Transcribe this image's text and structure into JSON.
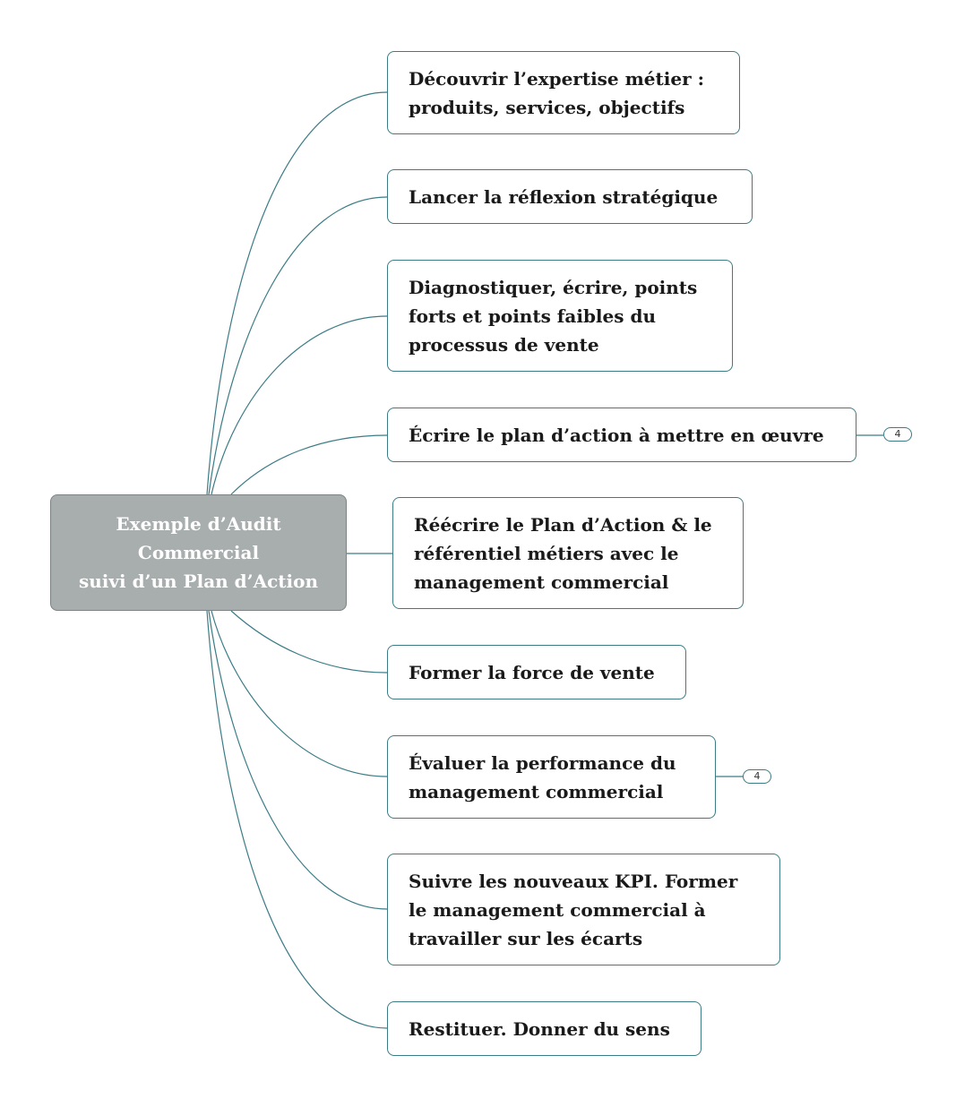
{
  "central": {
    "lines": [
      "Exemple d’Audit",
      "Commercial",
      "suivi d’un Plan d’Action"
    ]
  },
  "colors": {
    "central_fill": "#a8adad",
    "connector": "#3b7c86",
    "topic_border": "#3b7c86",
    "topic_text": "#1a1a1a"
  },
  "topics": [
    {
      "text": "Découvrir l’expertise métier : produits, services, objectifs"
    },
    {
      "text": "Lancer la réflexion stratégique"
    },
    {
      "text": "Diagnostiquer, écrire, points forts et points faibles du processus de vente"
    },
    {
      "text": "Écrire le plan d’action à mettre en œuvre",
      "collapsed_count": "4"
    },
    {
      "text": "Réécrire le Plan d’Action & le référentiel métiers avec le management commercial"
    },
    {
      "text": "Former la force de vente"
    },
    {
      "text": "Évaluer la performance du management commercial",
      "collapsed_count": "4"
    },
    {
      "text": "Suivre les nouveaux KPI. Former le management commercial à travailler sur les écarts"
    },
    {
      "text": "Restituer. Donner du sens"
    }
  ]
}
